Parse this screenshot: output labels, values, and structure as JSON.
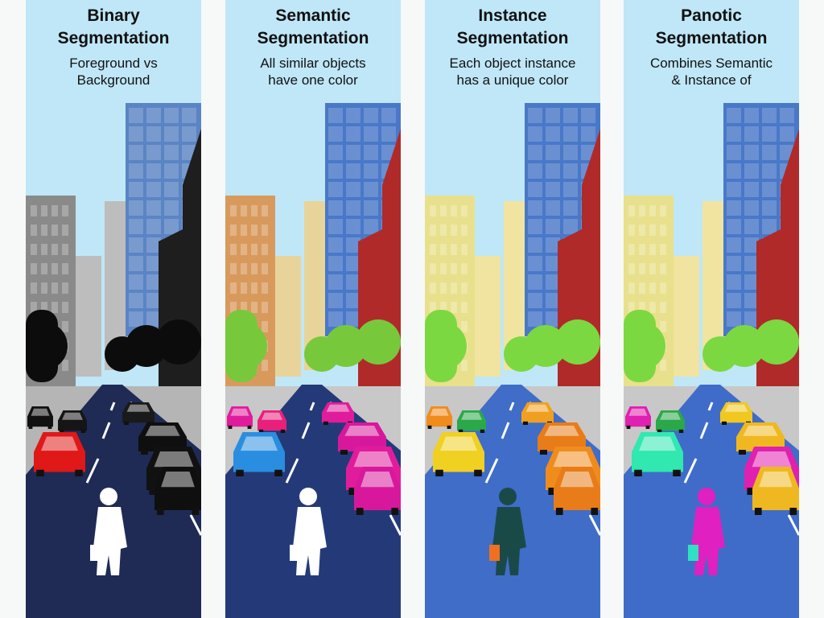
{
  "panels": [
    {
      "title_1": "Binary",
      "title_2": "Segmentation",
      "sub_1": "Foreground vs",
      "sub_2": "Background",
      "palette": {
        "left_bldg": "#8a8a8a",
        "mid_bldg": "#bdbdbd",
        "tower": "#5b84c4",
        "right_bldg": "#1e1e1e",
        "trees": "#0c0c0c",
        "road": "#1f2b55",
        "sidewalk": "#b5b5b5",
        "cars": [
          "#111111",
          "#151515",
          "#1a1a1a",
          "#0f0f0f"
        ],
        "lead_car": "#e01818",
        "ped": "#ffffff",
        "bag": "#ffffff"
      }
    },
    {
      "title_1": "Semantic",
      "title_2": "Segmentation",
      "sub_1": "All similar objects",
      "sub_2": "have one color",
      "palette": {
        "left_bldg": "#d89a5c",
        "mid_bldg": "#e8d49a",
        "tower": "#4a78c8",
        "right_bldg": "#b02a2a",
        "trees": "#78c83c",
        "road": "#243a78",
        "sidewalk": "#c8c8c8",
        "cars": [
          "#e01c9c",
          "#e8207c",
          "#e01c9c",
          "#d8189c"
        ],
        "lead_car": "#2a8ee0",
        "ped": "#ffffff",
        "bag": "#ffffff"
      }
    },
    {
      "title_1": "Instance",
      "title_2": "Segmentation",
      "sub_1": "Each object instance",
      "sub_2": "has a unique color",
      "palette": {
        "left_bldg": "#e8e08c",
        "mid_bldg": "#f0e4a0",
        "tower": "#4a78c8",
        "right_bldg": "#b02a2a",
        "trees": "#7cd840",
        "road": "#3f6dc8",
        "sidewalk": "#c8c8c8",
        "cars": [
          "#f08c1c",
          "#2aa84a",
          "#f0a020",
          "#e87c18"
        ],
        "lead_car": "#f0d020",
        "ped": "#1a4a48",
        "bag": "#f07020"
      }
    },
    {
      "title_1": "Panotic",
      "title_2": "Segmentation",
      "sub_1": "Combines Semantic",
      "sub_2": "& Instance of",
      "palette": {
        "left_bldg": "#e8e08c",
        "mid_bldg": "#f0e4a0",
        "tower": "#4a78c8",
        "right_bldg": "#b02a2a",
        "trees": "#7cd840",
        "road": "#3f6cc8",
        "sidewalk": "#c8c8c8",
        "cars": [
          "#e020b0",
          "#2aa84a",
          "#f0c820",
          "#f0b820"
        ],
        "lead_car": "#30e8b0",
        "ped": "#e020c0",
        "bag": "#30e0c0"
      }
    }
  ]
}
